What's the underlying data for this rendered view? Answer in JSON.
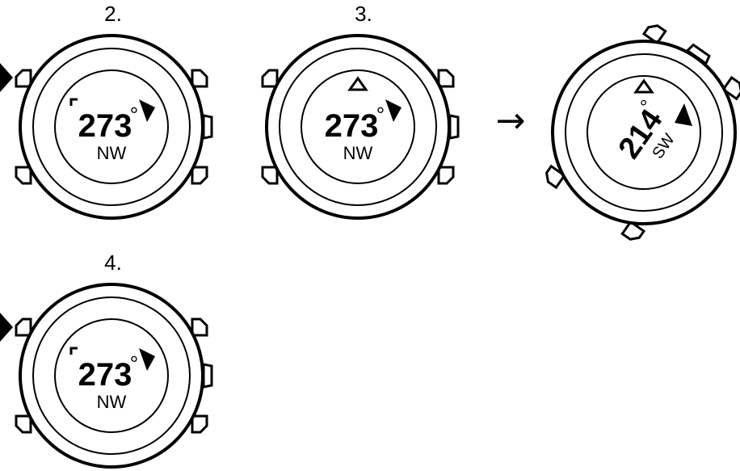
{
  "steps": [
    {
      "label": "2.",
      "heading": "273",
      "degree_sign": "°",
      "direction": "NW"
    },
    {
      "label": "3.",
      "heading": "273",
      "degree_sign": "°",
      "direction": "NW"
    },
    {
      "label": "",
      "heading": "214",
      "degree_sign": "°",
      "direction": "SW"
    },
    {
      "label": "4.",
      "heading": "273",
      "degree_sign": "°",
      "direction": "NW"
    }
  ],
  "arrow": "→",
  "icons": {
    "bearing_marker": "solid-triangle-icon",
    "target_marker": "outline-triangle-icon",
    "button_press": "button-press-triangle-icon",
    "corner_bracket": "corner-bracket-icon"
  }
}
